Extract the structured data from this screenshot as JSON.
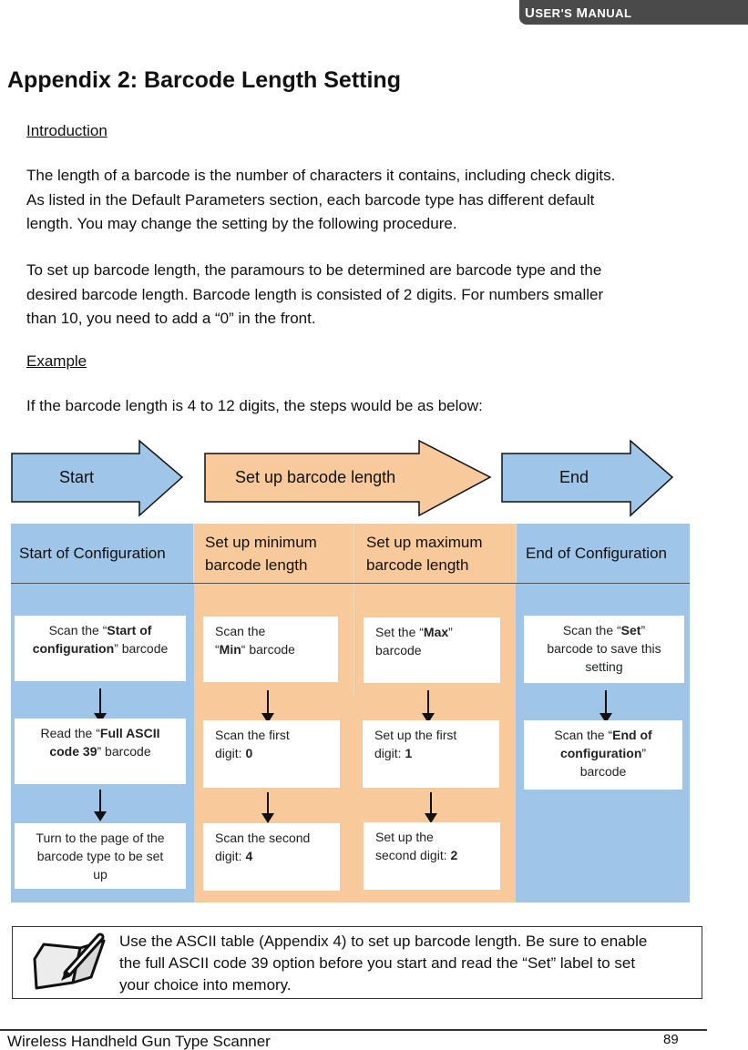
{
  "header": {
    "manual_label_u": "U",
    "manual_label_rest1": "SER'S ",
    "manual_label_m": "M",
    "manual_label_rest2": "ANUAL"
  },
  "title": "Appendix 2: Barcode Length Setting",
  "intro": {
    "heading": "Introduction",
    "p1_l1": "The length of a barcode is the number of characters it contains, including check digits.",
    "p1_l2": "As listed in the Default Parameters section, each barcode type has different default",
    "p1_l3": "length. You may change the setting by the following procedure.",
    "p2_l1": "To set up barcode length, the paramours to be determined are barcode type and the",
    "p2_l2": "desired barcode length. Barcode length is consisted of 2 digits. For numbers smaller",
    "p2_l3": "than 10, you need to add a “0” in the front."
  },
  "example": {
    "heading": "Example",
    "text": "If the barcode length is 4 to 12 digits, the steps would be as below:"
  },
  "flow": {
    "start": "Start",
    "setup": "Set up barcode length",
    "end": "End"
  },
  "columns": {
    "c1_header": "Start of Configuration",
    "c2_header_l1": "Set up minimum",
    "c2_header_l2": "barcode length",
    "c3_header_l1": "Set up maximum",
    "c3_header_l2": "barcode length",
    "c4_header": "End of Configuration"
  },
  "steps": {
    "c1_s1_a": "Scan the “",
    "c1_s1_b": "Start of",
    "c1_s1_c": "configuration",
    "c1_s1_d": "” barcode",
    "c1_s2_a": "Read the “",
    "c1_s2_b": "Full ASCII",
    "c1_s2_c": "code 39",
    "c1_s2_d": "” barcode",
    "c1_s3_l1": "Turn to the page of the",
    "c1_s3_l2": "barcode type to be set",
    "c1_s3_l3": "up",
    "c2_s1_a": "Scan the",
    "c2_s1_b": "“",
    "c2_s1_c": "Min",
    "c2_s1_d": "“ barcode",
    "c2_s2_a": "Scan the first",
    "c2_s2_b": "digit: ",
    "c2_s2_c": "0",
    "c2_s3_a": "Scan the second",
    "c2_s3_b": "digit: ",
    "c2_s3_c": "4",
    "c3_s1_a": "Set the “",
    "c3_s1_b": "Max",
    "c3_s1_c": "”",
    "c3_s1_d": "barcode",
    "c3_s2_a": "Set up the first",
    "c3_s2_b": "digit: ",
    "c3_s2_c": "1",
    "c3_s3_a": "Set up the",
    "c3_s3_b": "second digit: ",
    "c3_s3_c": "2",
    "c4_s1_a": "Scan the “",
    "c4_s1_b": "Set",
    "c4_s1_c": "”",
    "c4_s1_d": "barcode to save this",
    "c4_s1_e": "setting",
    "c4_s2_a": "Scan the “",
    "c4_s2_b": "End of",
    "c4_s2_c": "configuration",
    "c4_s2_d": "”",
    "c4_s2_e": "barcode"
  },
  "note": {
    "l1": "Use the ASCII table (Appendix 4) to set up barcode length. Be sure to enable",
    "l2": "the full ASCII code 39 option before you start and read the “Set” label to set",
    "l3": "your choice into memory."
  },
  "footer": {
    "product": "Wireless Handheld Gun Type Scanner",
    "page": "89"
  },
  "colors": {
    "blue_fill": "#9fc5e8",
    "orange_fill": "#f8c99a"
  }
}
